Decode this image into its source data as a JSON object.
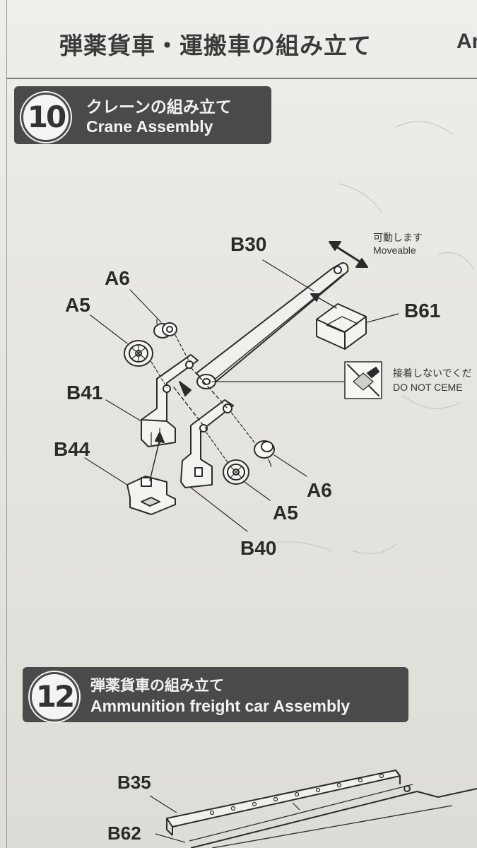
{
  "header": {
    "title_jp": "弾薬貨車・運搬車の組み立て",
    "title_en_partial": "Ar"
  },
  "step10": {
    "number": "10",
    "title_jp": "クレーンの組み立て",
    "title_en": "Crane Assembly"
  },
  "step12": {
    "number": "12",
    "title_jp": "弾薬貨車の組み立て",
    "title_en": "Ammunition freight car Assembly"
  },
  "parts": {
    "b30": "B30",
    "a6_top": "A6",
    "a5_top": "A5",
    "b61": "B61",
    "b41": "B41",
    "b44": "B44",
    "a6_bottom": "A6",
    "a5_bottom": "A5",
    "b40": "B40",
    "b35": "B35",
    "b62": "B62"
  },
  "notes": {
    "moveable_jp": "可動します",
    "moveable_en": "Moveable",
    "no_cement_jp": "接着しないでくだ",
    "no_cement_en": "DO NOT CEME"
  },
  "icons": {
    "rotate_arrow": "double-arrow-icon",
    "no_glue": "no-cement-icon"
  }
}
